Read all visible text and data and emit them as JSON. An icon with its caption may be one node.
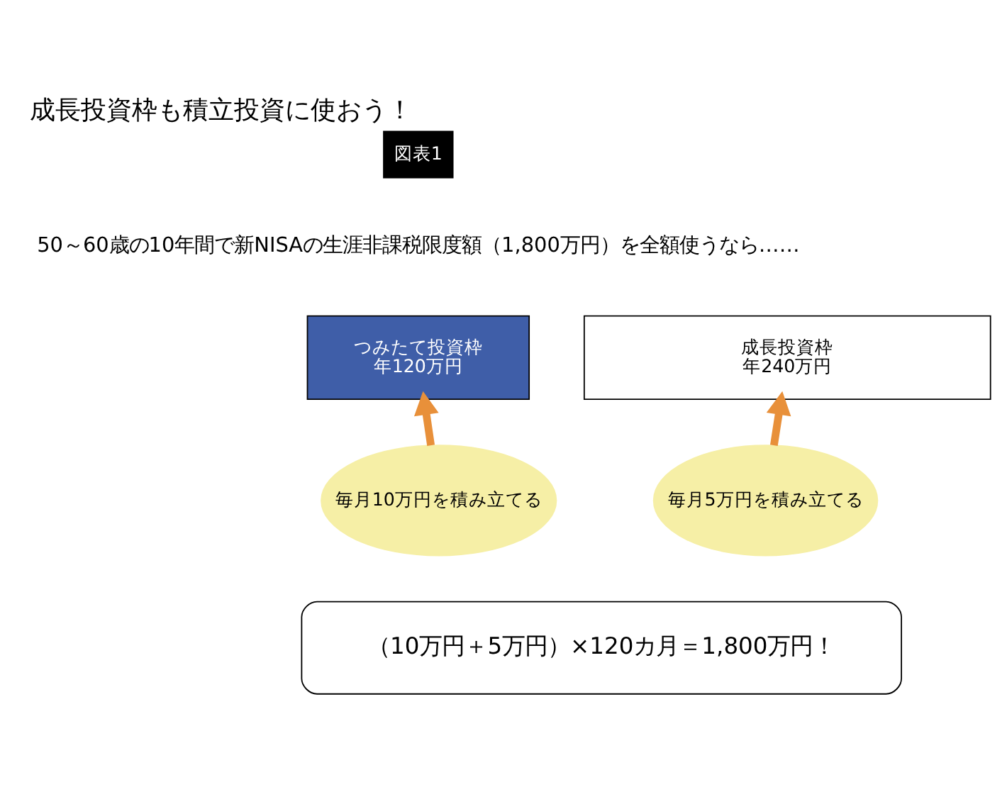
{
  "diagram": {
    "title": "成長投資枠も積立投資に使おう！",
    "nodes": [
      {
        "text": [
          "つみたて投資枠",
          "年120万円"
        ]
      },
      {
        "text": [
          "成長投資枠",
          "年240万円"
        ]
      },
      {
        "text": [
          "毎月10万円を積み立てる"
        ]
      },
      {
        "text": [
          "毎月5万円を積み立てる"
        ]
      },
      {
        "text": [
          "（10万円＋5万円）×120カ月＝1,800万円！"
        ]
      }
    ],
    "edges": [
      {
        "from": 2,
        "to": 0,
        "arrow": "to"
      },
      {
        "from": 3,
        "to": 1,
        "arrow": "to"
      }
    ],
    "labels": [
      "図表1",
      "50～60歳の10年間で新NISAの生涯非課税限度額（1,800万円）を全額使うなら……"
    ]
  }
}
